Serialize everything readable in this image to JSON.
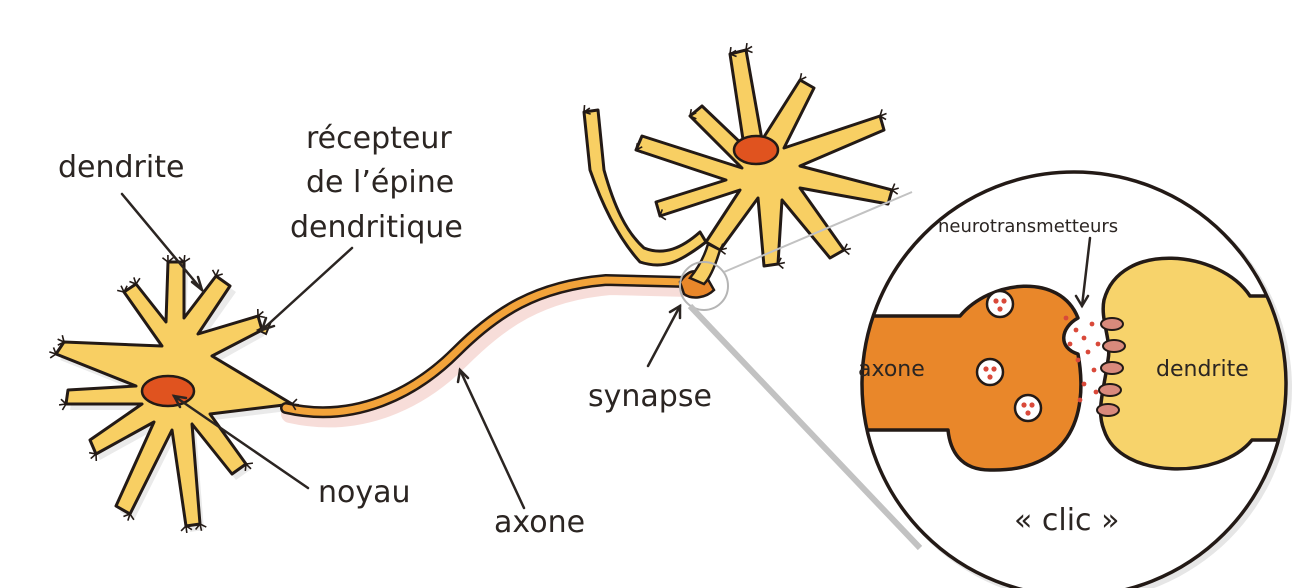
{
  "labels": {
    "dendrite": "dendrite",
    "recepteur_line1": "récepteur",
    "recepteur_line2": "de l’épine",
    "recepteur_line3": "dendritique",
    "noyau": "noyau",
    "axone": "axone",
    "synapse": "synapse",
    "zoom_neurotransmetteurs": "neurotransmetteurs",
    "zoom_axone": "axone",
    "zoom_dendrite": "dendrite",
    "zoom_clic": "« clic »"
  },
  "colors": {
    "cell_fill": "#f8cf63",
    "cell_stroke": "#231a16",
    "nucleus": "#e0531f",
    "axon_fill": "#f2a33a",
    "axon_terminal": "#e9872a",
    "dendrite_zoom": "#f7d36b",
    "vesicle_dot": "#d9493a",
    "receptor": "#d98a7c",
    "shadow": "#d9d9d9"
  }
}
